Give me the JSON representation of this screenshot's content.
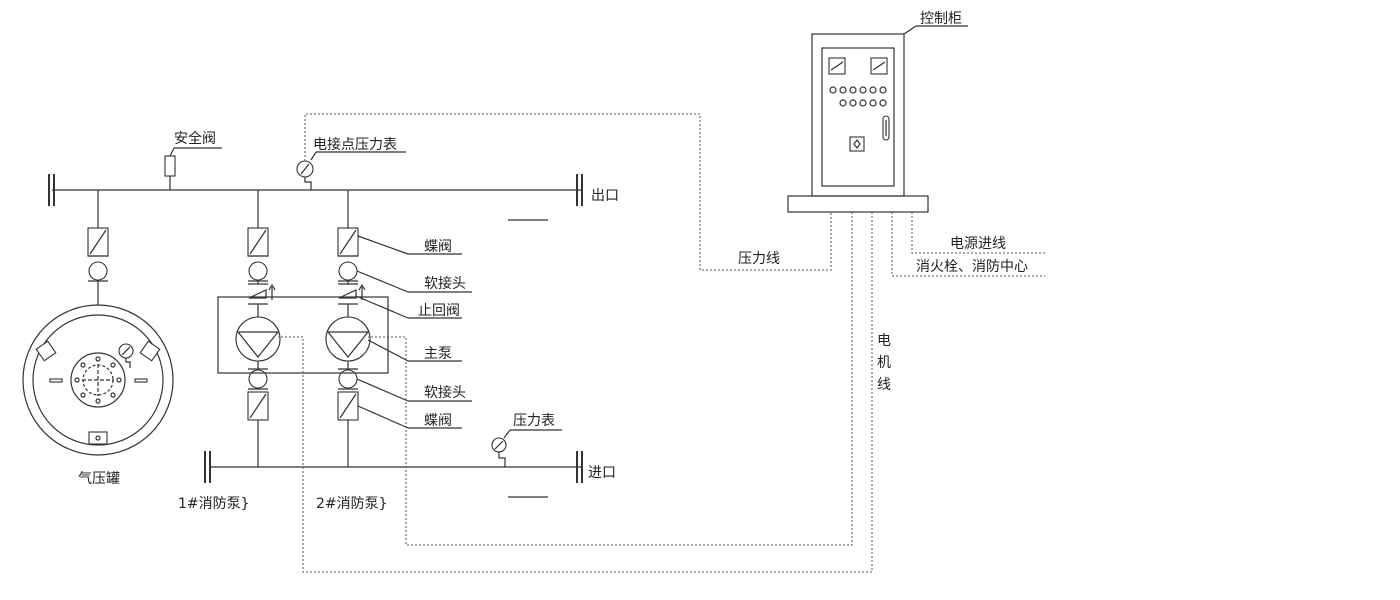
{
  "labels": {
    "control_cabinet": "控制柜",
    "safety_valve": "安全阀",
    "contact_gauge": "电接点压力表",
    "outlet": "出口",
    "inlet": "进口",
    "butterfly_valve_top": "蝶阀",
    "soft_joint_top": "软接头",
    "check_valve": "止回阀",
    "main_pump": "主泵",
    "soft_joint_bottom": "软接头",
    "butterfly_valve_bottom": "蝶阀",
    "pressure_gauge": "压力表",
    "pressure_line": "压力线",
    "power_in_line": "电源进线",
    "hydrant_center": "消火栓、消防中心",
    "motor_line_1": "电",
    "motor_line_2": "机",
    "motor_line_3": "线",
    "tank": "气压罐",
    "pump1": "1#消防泵}",
    "pump2": "2#消防泵}"
  }
}
